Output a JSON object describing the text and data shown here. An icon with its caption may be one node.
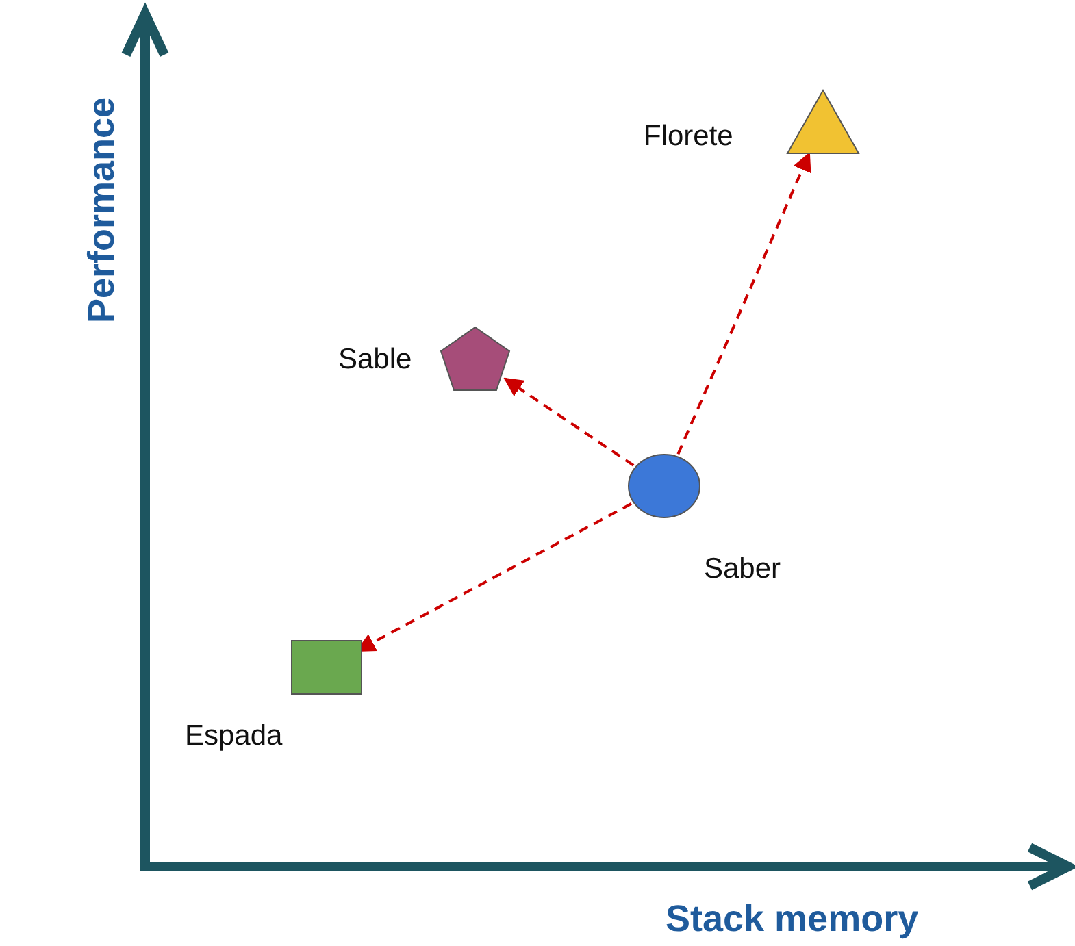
{
  "diagram": {
    "nodes": [
      {
        "text": [],
        "shape": "triangle",
        "beside": [
          "Florete"
        ]
      },
      {
        "text": [],
        "shape": "pentagon",
        "beside": [
          "Sable"
        ]
      },
      {
        "text": [],
        "shape": "circle",
        "beside": [
          "Saber"
        ]
      },
      {
        "text": [],
        "shape": "box",
        "beside": [
          "Espada"
        ]
      }
    ],
    "edges": [
      {
        "from": 2,
        "to": 0,
        "arrow": "to",
        "style": "dashed"
      },
      {
        "from": 2,
        "to": 1,
        "arrow": "to",
        "style": "dashed"
      },
      {
        "from": 2,
        "to": 3,
        "arrow": "to",
        "style": "dashed"
      }
    ],
    "labels": [
      "Performance",
      "Stack memory"
    ]
  }
}
